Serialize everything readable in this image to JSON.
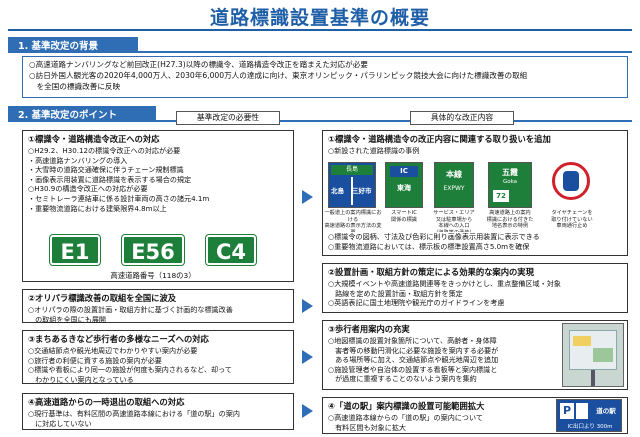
{
  "title": "道路標識設置基準の概要",
  "sec1": {
    "label": "1. 基準改定の背景"
  },
  "background_lines": [
    "○高速道路ナンバリングなど前回改正(H27.3)以降の標識令、道路構造令改正を踏まえた対応が必要",
    "○訪日外国人観光客の2020年4,000万人、2030年6,000万人の達成に向け、東京オリンピック・パラリンピック競技大会に向けた標識改善の取組",
    "　を全国の標識改善に反映"
  ],
  "sec2": {
    "label": "2. 基準改定のポイント"
  },
  "col_left": "基準改定の必要性",
  "col_right": "具体的な改正内容",
  "left_cards": [
    {
      "head": "①標識令・道路構造令改正への対応",
      "lines": [
        "○H29.2、H30.12の標識令改正への対応が必要",
        "・高速道路ナンバリングの導入",
        "・大雪時の道路交通確保に伴うチェーン規制標識",
        "・画像表示用装置に道路標識を表示する場合の規定",
        "○H30.9の構造令改正への対応が必要",
        "・セミトレーラ連結車に係る設計車両の高さの諸元4.1m",
        "・重要物流道路における建築限界4.8m以上"
      ]
    },
    {
      "head": "②オリパラ標識改善の取組を全国に波及",
      "lines": [
        "○オリパラの際の設置計画・取組方針に基づく計画的な標識改善",
        "　の取組を全国にも展開"
      ]
    },
    {
      "head": "③まちあるきなど歩行者の多様なニーズへの対応",
      "lines": [
        "○交通結節点や観光地周辺でわかりやすい案内が必要",
        "○旅行者の利便に資する施設の案内が必要",
        "○標識や看板により同一の施設が何度も案内されるなど、却って",
        "　わかりにくい案内となっている"
      ]
    },
    {
      "head": "④高速道路からの一時退出の取組への対応",
      "lines": [
        "○現行基準は、有料区間の高速道路本線における「道の駅」の案内",
        "　に対応していない"
      ]
    }
  ],
  "plates": [
    "E1",
    "E56",
    "C4"
  ],
  "plate_caption": "高速道路番号（118の3）",
  "right_cards": [
    {
      "head": "①標識令・道路構造令の改正内容に関連する取り扱いを追加",
      "lines": [
        "○新設された道路標識の事例"
      ],
      "extra": [
        "○標識令の図柄、寸法及び色彩に則り画像表示用装置に表示できる",
        "○重要物流道路においては、標示板の標準設置高さ5.0mを確保"
      ]
    },
    {
      "head": "②設置計画・取組方針の策定による効果的な案内の実現",
      "lines": [
        "○大規模イベントや高速道路関連等をきっかけとし、重点整備区域・対象",
        "　路線を定めた設置計画・取組方針を策定",
        "○英語表記に国土地理院や観光庁のガイドラインを考慮"
      ]
    },
    {
      "head": "③歩行者用案内の充実",
      "lines": [
        "○地図標識の設置対象箇所について、高齢者・身体障",
        "　害者等の移動円滑化に必要な施設を案内する必要が",
        "　ある場所等に加え、交通結節点や観光地周辺を追加",
        "○施設管理者や自治体の設置する看板等と案内標識と",
        "　が過度に重複することのないよう案内を集約"
      ]
    },
    {
      "head": "④「道の駅」案内標識の設置可能範囲拡大",
      "lines": [
        "○高速道路本線からの「道の駅」の案内について",
        "　有料区間も対象に拡大"
      ]
    }
  ],
  "signs": {
    "s1": {
      "top": "長島",
      "mid": "北島",
      "right": "三好市",
      "caption": "一般道上の案内標識における\n高速道路の表示方法の変更"
    },
    "s2": {
      "top": "IC",
      "mid": "東海",
      "caption": "スマートIC\n関係の標識"
    },
    "s3": {
      "top": "本線",
      "mid": "EXPWY",
      "caption": "サービス・エリア\n又は駐車場から\n本線への入口\n（道路等の予告）"
    },
    "s4": {
      "top": "五霞",
      "mid": "Goka",
      "badge": "72",
      "caption": "高速道路上の案内\n標識における付きた\n地名表示の特例"
    },
    "s5": {
      "caption": "タイヤチェーンを\n取り付けていない\n車両通行止め"
    }
  },
  "michi": {
    "p": "P",
    "label": "道の駅",
    "exit": "IC出口より 300m"
  }
}
